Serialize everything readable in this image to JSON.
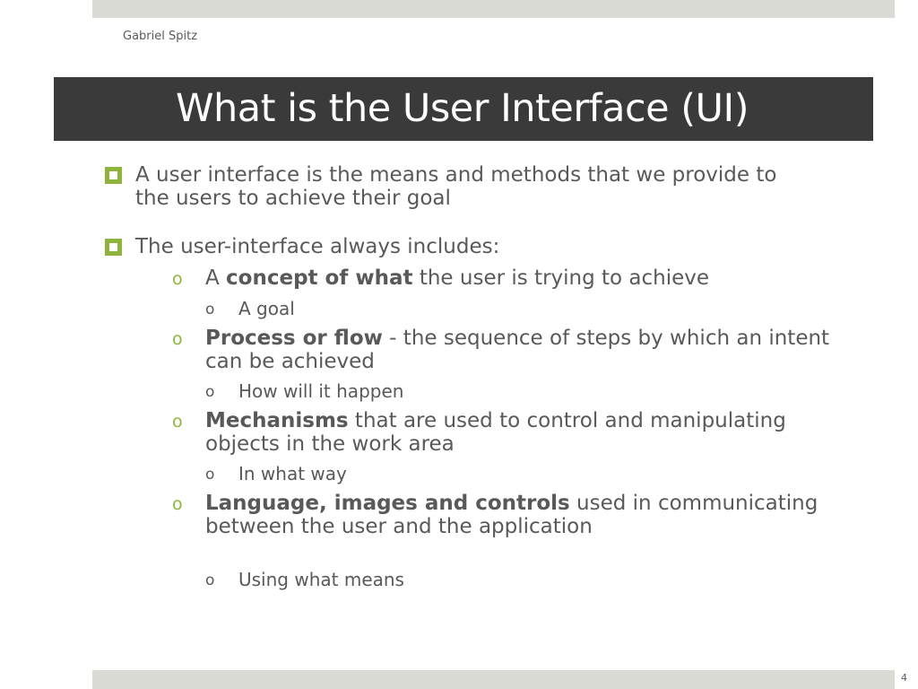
{
  "header": {
    "author": "Gabriel Spitz"
  },
  "title": "What is the User Interface (UI)",
  "bullets": [
    {
      "text": "A user interface is the means and methods that we provide to the users to achieve their goal"
    },
    {
      "text": "The user-interface always includes:",
      "sub": [
        {
          "prefix": "A ",
          "bold": "concept of what",
          "rest": " the user is trying to achieve",
          "sub": "A goal"
        },
        {
          "prefix": "",
          "bold": "Process or flow",
          "rest": " - the sequence of steps by which an intent can be achieved",
          "sub": "How will it happen"
        },
        {
          "prefix": "",
          "bold": "Mechanisms",
          "rest": " that are used to control and manipulating objects in the work area",
          "sub": "In what way"
        },
        {
          "prefix": "",
          "bold": "Language, images and controls",
          "rest": "  used in communicating between the user and the application",
          "sub": "Using what means"
        }
      ]
    }
  ],
  "sub_bullet_glyph": "o",
  "page_number": "4",
  "colors": {
    "accent": "#8fb33c",
    "title_bar": "#3a3a3a",
    "band": "#d9dbd4",
    "text": "#595959"
  }
}
